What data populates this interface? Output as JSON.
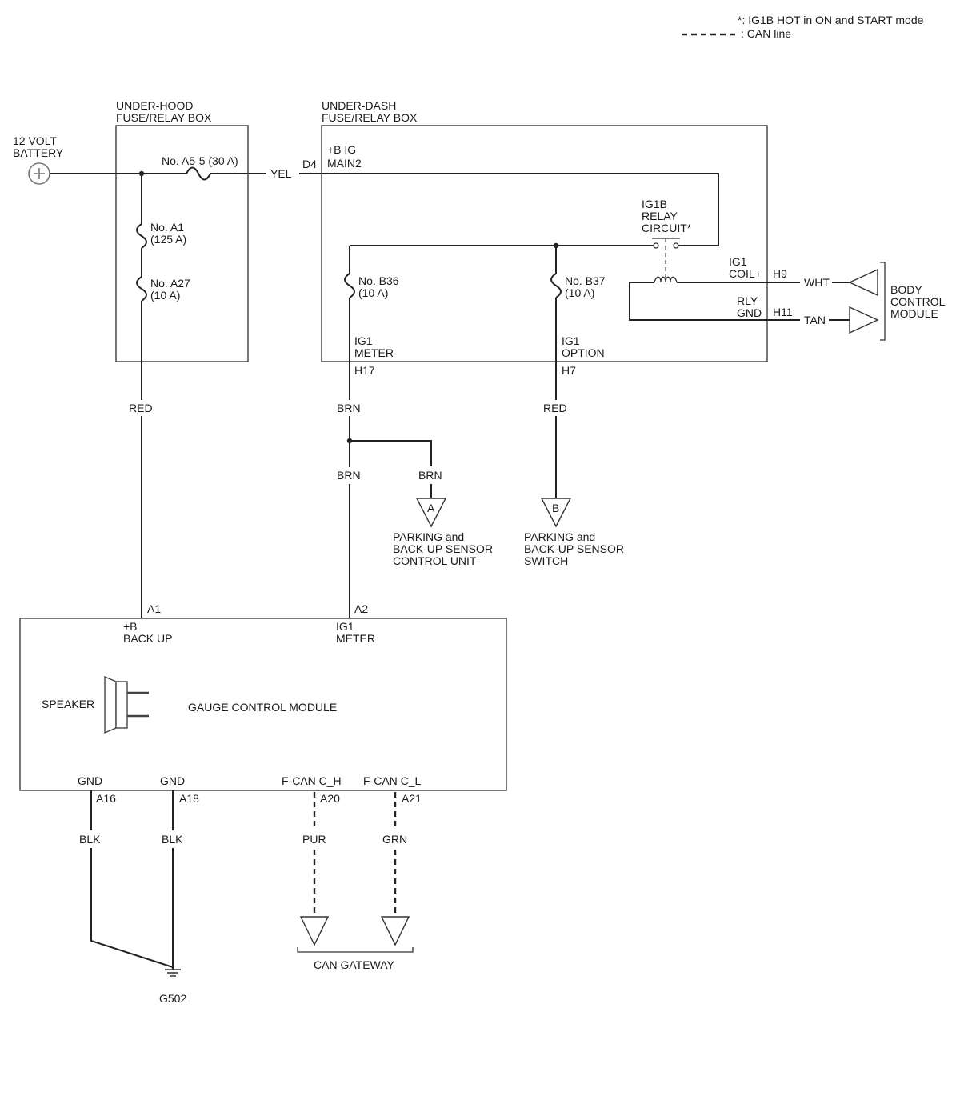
{
  "legend": {
    "note": "*: IG1B HOT in ON and START mode",
    "can_line": ": CAN line"
  },
  "battery": {
    "line1": "12 VOLT",
    "line2": "BATTERY"
  },
  "under_hood": {
    "title1": "UNDER-HOOD",
    "title2": "FUSE/RELAY BOX",
    "fuse_a55": "No. A5-5 (30 A)",
    "fuse_a1_1": "No. A1",
    "fuse_a1_2": "(125 A)",
    "fuse_a27_1": "No. A27",
    "fuse_a27_2": "(10 A)"
  },
  "under_dash": {
    "title1": "UNDER-DASH",
    "title2": "FUSE/RELAY BOX",
    "main1": "+B IG",
    "main2": "MAIN2",
    "relay1": "IG1B",
    "relay2": "RELAY",
    "relay3": "CIRCUIT*",
    "coil1": "IG1",
    "coil2": "COIL+",
    "rly1": "RLY",
    "rly2": "GND",
    "fuse_b36_1": "No. B36",
    "fuse_b36_2": "(10 A)",
    "fuse_b37_1": "No. B37",
    "fuse_b37_2": "(10 A)",
    "meter1": "IG1",
    "meter2": "METER",
    "option1": "IG1",
    "option2": "OPTION"
  },
  "connectors": {
    "d4": "D4",
    "h9": "H9",
    "h11": "H11",
    "h17": "H17",
    "h7": "H7",
    "a1": "A1",
    "a2": "A2",
    "a16": "A16",
    "a18": "A18",
    "a20": "A20",
    "a21": "A21"
  },
  "wire_colors": {
    "yel": "YEL",
    "wht": "WHT",
    "tan": "TAN",
    "red_left": "RED",
    "brn_top": "BRN",
    "red_b": "RED",
    "brn_mid": "BRN",
    "brn_branch": "BRN",
    "blk_1": "BLK",
    "blk_2": "BLK",
    "pur": "PUR",
    "grn": "GRN"
  },
  "bcm": {
    "line1": "BODY",
    "line2": "CONTROL",
    "line3": "MODULE"
  },
  "flag_a": {
    "letter": "A",
    "line1": "PARKING and",
    "line2": "BACK-UP SENSOR",
    "line3": "CONTROL UNIT"
  },
  "flag_b": {
    "letter": "B",
    "line1": "PARKING and",
    "line2": "BACK-UP SENSOR",
    "line3": "SWITCH"
  },
  "gauge": {
    "title": "GAUGE CONTROL MODULE",
    "speaker": "SPEAKER",
    "backup1": "+B",
    "backup2": "BACK UP",
    "meter1": "IG1",
    "meter2": "METER",
    "gnd1": "GND",
    "gnd2": "GND",
    "fcan_h": "F-CAN C_H",
    "fcan_l": "F-CAN C_L"
  },
  "can_gateway": "CAN GATEWAY",
  "ground": "G502"
}
